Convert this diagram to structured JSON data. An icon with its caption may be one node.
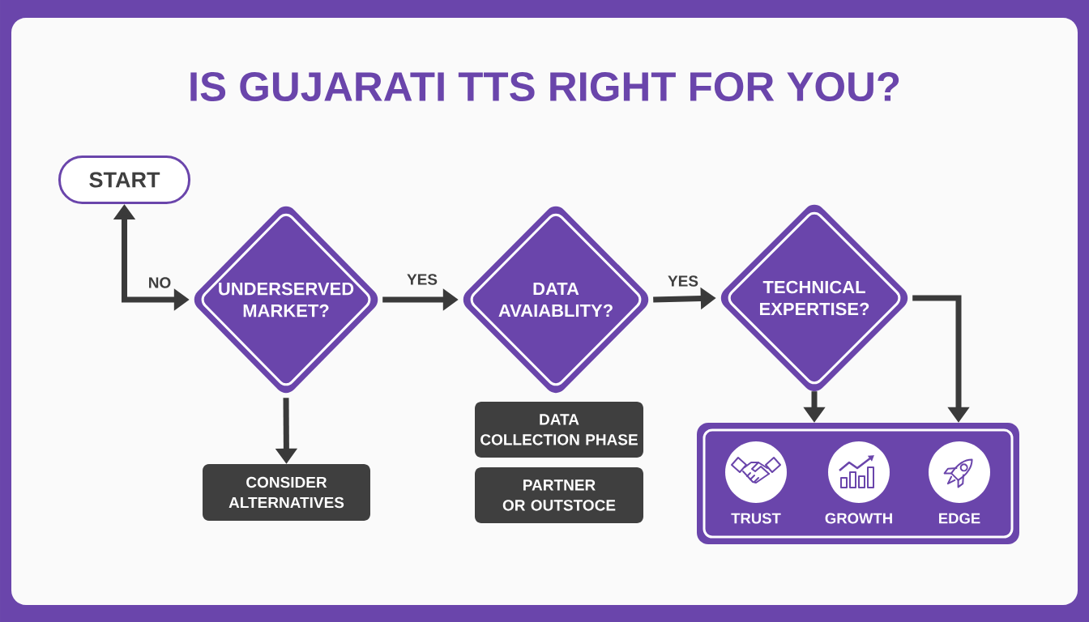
{
  "diagram": {
    "title": "IS GUJARATI TTS RIGHT FOR YOU?",
    "nodes": [
      {
        "text": [
          "START"
        ]
      },
      {
        "text": [
          "UNDERSERVED MARKET?"
        ]
      },
      {
        "text": [
          "DATA AVAIABLITY?"
        ]
      },
      {
        "text": [
          "TECHNICAL EXPERTISE?"
        ]
      },
      {
        "text": [
          "CONSIDER ALTERNATIVES"
        ]
      },
      {
        "text": [
          "DATA COLLECTION PHASE"
        ]
      },
      {
        "text": [
          "PARTNER OR OUTSTOCE"
        ]
      },
      {
        "text": [],
        "shape": "box"
      },
      {
        "text": [
          "TRUST"
        ],
        "in": 7
      },
      {
        "text": [
          "GROWTH"
        ],
        "in": 7
      },
      {
        "text": [
          "EDGE"
        ],
        "in": 7
      }
    ],
    "edges": [
      {
        "from": 0,
        "to": 1,
        "arrow": "both",
        "label": "NO"
      },
      {
        "from": 1,
        "to": 2,
        "arrow": "to",
        "label": "YES"
      },
      {
        "from": 2,
        "to": 3,
        "arrow": "to",
        "label": "YES"
      },
      {
        "from": 1,
        "to": 4,
        "arrow": "to"
      },
      {
        "from": 3,
        "to": 7,
        "arrow": "to"
      },
      {
        "from": 3,
        "to": 7,
        "arrow": "to"
      }
    ]
  }
}
